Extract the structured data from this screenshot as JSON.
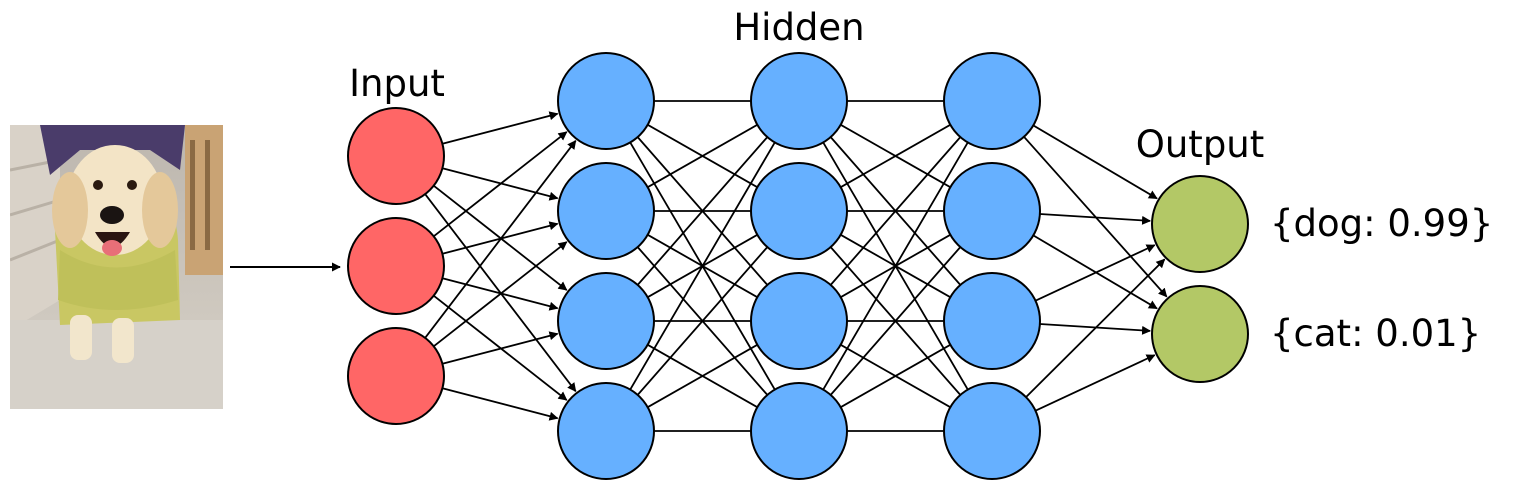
{
  "layers": {
    "input_title": "Input",
    "hidden_title": "Hidden",
    "output_title": "Output"
  },
  "outputs": [
    {
      "label": "{dog: 0.99}"
    },
    {
      "label": "{cat: 0.01}"
    }
  ],
  "colors": {
    "input": "#ff6666",
    "hidden": "#66b0ff",
    "output": "#b3c866",
    "stroke": "#000000"
  },
  "image": {
    "subject": "golden retriever dog wrapped in a yellow towel on stairs"
  }
}
